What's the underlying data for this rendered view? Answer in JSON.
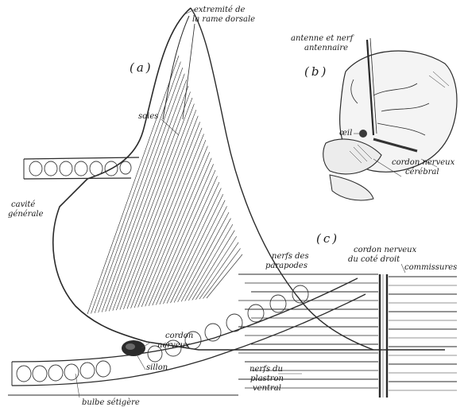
{
  "panels": {
    "a": "(a)",
    "b": "(b)",
    "c": "(c)"
  },
  "labels_a": {
    "extremite_1": "extremité de",
    "extremite_2": "la rame dorsale",
    "soies": "soies",
    "cavite_1": "cavité",
    "cavite_2": "générale",
    "cordon_1": "cordon",
    "cordon_2": "nerveux",
    "sillon": "sillon",
    "bulbe": "bulbe sétigère"
  },
  "labels_b": {
    "antenne_1": "antenne et nerf",
    "antenne_2": "antennaire",
    "oeil": "œil",
    "cordon_cerebral_1": "cordon nerveux",
    "cordon_cerebral_2": "cérébral"
  },
  "labels_c": {
    "nerfs_parapodes_1": "nerfs des",
    "nerfs_parapodes_2": "parapodes",
    "cordon_droit_1": "cordon nerveux",
    "cordon_droit_2": "du coté droit",
    "commissures": "commissures",
    "nerfs_plastron_1": "nerfs du",
    "nerfs_plastron_2": "plastron",
    "nerfs_plastron_3": "ventral"
  }
}
